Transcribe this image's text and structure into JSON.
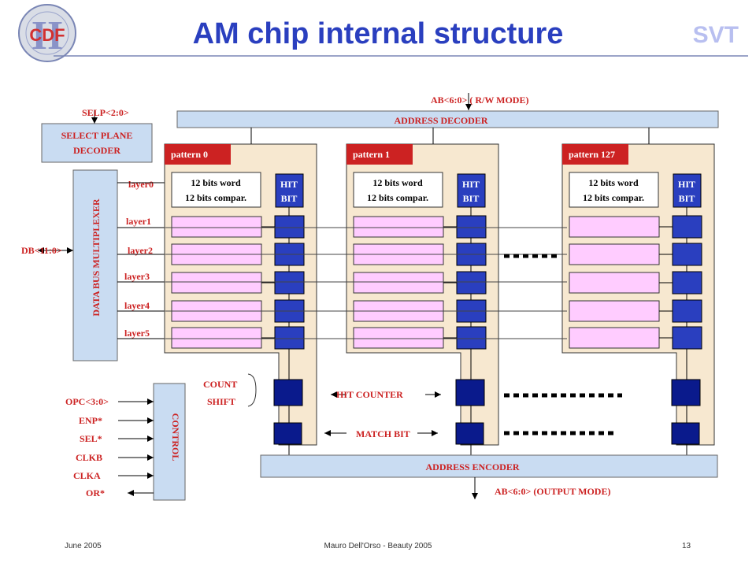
{
  "slide": {
    "title": "AM chip internal structure",
    "logo_text": "CDF",
    "corner_text": "SVT",
    "footer_left": "June 2005",
    "footer_center": "Mauro Dell'Orso - Beauty 2005",
    "footer_right": "13"
  },
  "diagram": {
    "selp": "SELP<2:0>",
    "select_plane_decoder": [
      "SELECT PLANE",
      "DECODER"
    ],
    "data_bus_mux": "DATA BUS MULTIPLEXER",
    "db": "DB<11:0>",
    "layers": [
      "layer0",
      "layer1",
      "layer2",
      "layer3",
      "layer4",
      "layer5"
    ],
    "ab_rw": "AB<6:0> ( R/W MODE)",
    "address_decoder": "ADDRESS DECODER",
    "address_encoder": "ADDRESS ENCODER",
    "ab_out": "AB<6:0> (OUTPUT MODE)",
    "patterns": [
      "pattern 0",
      "pattern 1",
      "pattern 127"
    ],
    "word_label": [
      "12 bits word",
      "12 bits compar."
    ],
    "hit_bit": [
      "HIT",
      "BIT"
    ],
    "count": "COUNT",
    "shift": "SHIFT",
    "hit_counter": "HIT COUNTER",
    "match_bit": "MATCH BIT",
    "control": "CONTROL",
    "control_signals": [
      "OPC<3:0>",
      "ENP*",
      "SEL*",
      "CLKB",
      "CLKA",
      "OR*"
    ]
  },
  "colors": {
    "title": "#2a3fbf",
    "label": "#cc2222",
    "box_fill": "#c9dcf2",
    "pattern_fill": "#f7e8d0",
    "register_fill": "#ffccff",
    "hitbit_fill": "#2a3fbf",
    "counter_fill": "#0a1a8c"
  }
}
